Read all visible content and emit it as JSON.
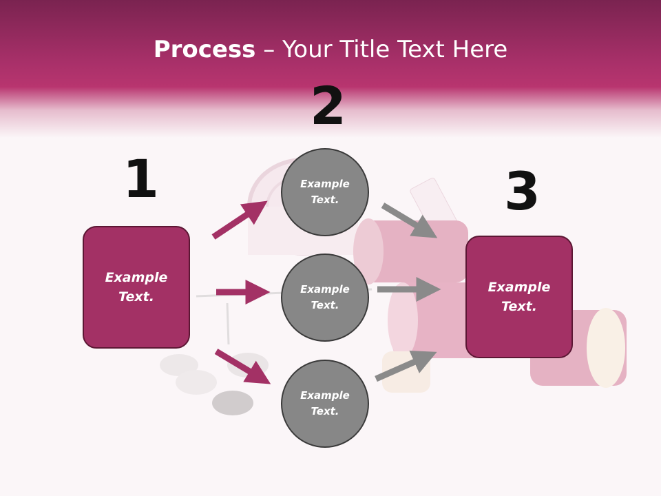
{
  "slide": {
    "title_bold": "Process",
    "title_rest": " – Your Title Text Here",
    "numbers": [
      "1",
      "2",
      "3"
    ],
    "left_box_text": "Example\nText.",
    "right_box_text": "Example\nText.",
    "circles": [
      "Example\nText.",
      "Example\nText.",
      "Example\nText."
    ]
  },
  "colors": {
    "accent": "#a33165",
    "circle": "#878787",
    "arrow_pink": "#a33165",
    "arrow_gray": "#8a8a8a"
  }
}
